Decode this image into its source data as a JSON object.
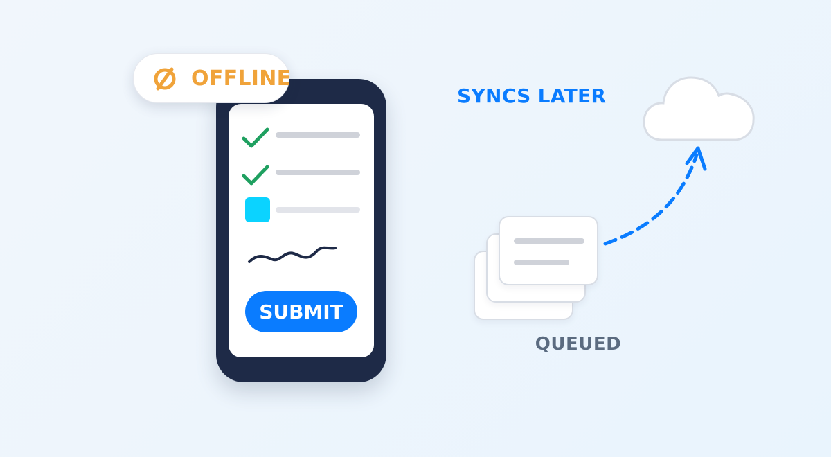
{
  "colors": {
    "background": "#edf5fd",
    "phone": "#1e2a47",
    "accent": "#0a7cff",
    "warning": "#f0a33a",
    "success": "#1fa060",
    "cyan": "#0bd3ff"
  },
  "status_pill": {
    "icon": "no-connection-icon",
    "label": "OFFLINE"
  },
  "phone": {
    "checklist": [
      {
        "state": "checked",
        "icon": "checkmark-icon"
      },
      {
        "state": "checked",
        "icon": "checkmark-icon"
      },
      {
        "state": "unchecked",
        "icon": "checkbox-icon"
      }
    ],
    "signature_icon": "signature-icon",
    "submit_label": "SUBMIT"
  },
  "queue": {
    "label": "QUEUED",
    "card_count": 3
  },
  "sync": {
    "label": "SYNCS LATER",
    "icon": "cloud-icon"
  }
}
